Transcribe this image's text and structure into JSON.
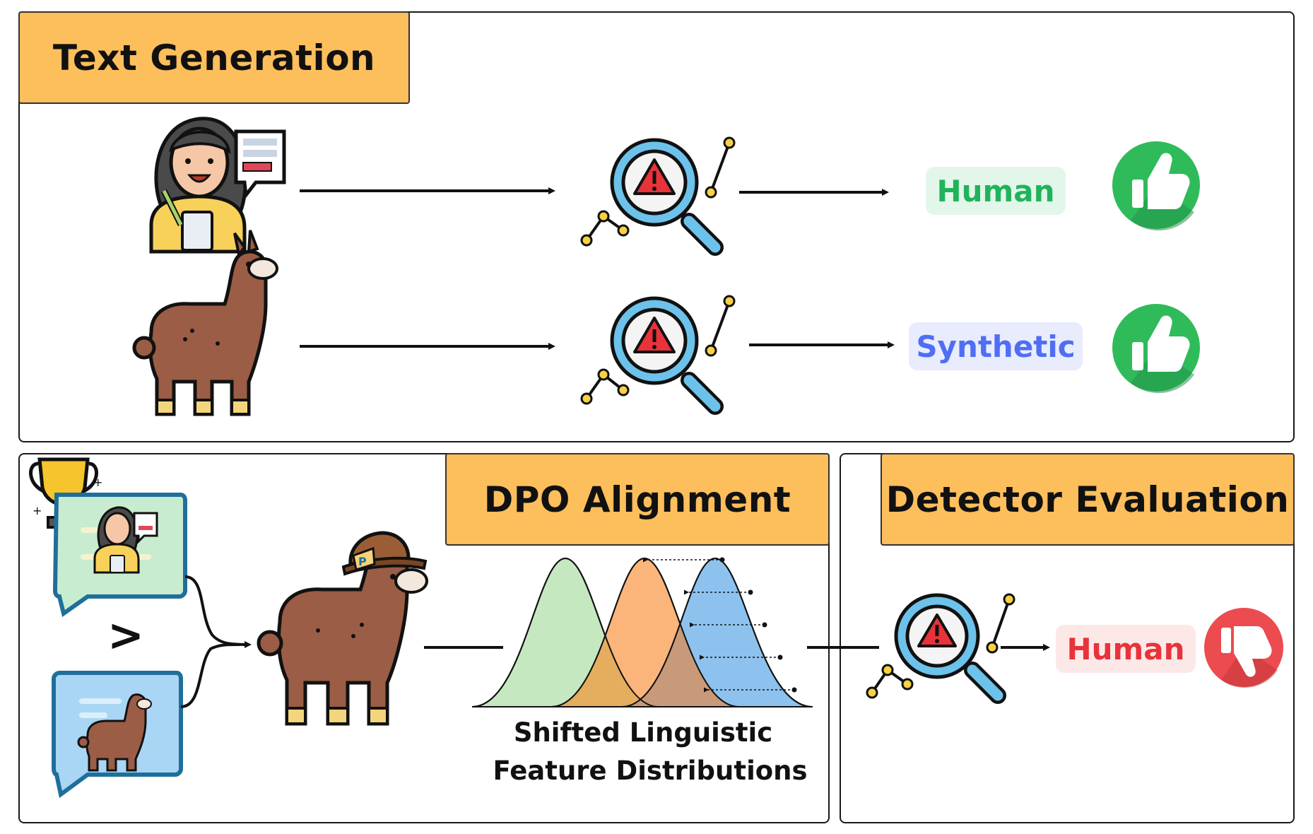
{
  "panels": {
    "text_generation": {
      "title": "Text Generation"
    },
    "dpo_alignment": {
      "title": "DPO Alignment"
    },
    "detector_evaluation": {
      "title": "Detector Evaluation"
    }
  },
  "labels": {
    "human_row1": "Human",
    "synthetic_row2": "Synthetic",
    "human_eval": "Human"
  },
  "preference_symbol": ">",
  "distribution_caption": {
    "line1": "Shifted Linguistic",
    "line2": "Feature Distributions"
  },
  "colors": {
    "tab_fill": "#fdbe5c",
    "human_green": "#21b35b",
    "human_badge_bg": "#e3f6ea",
    "synthetic_blue": "#4f6ef5",
    "synthetic_badge_bg": "#e8ecfd",
    "human_red": "#e8333a",
    "human_red_bg": "#fde8e8",
    "thumb_up": "#2fbb5a",
    "thumb_down": "#ec4b4f",
    "dist_green": "#c5e8c0",
    "dist_orange": "#fbb57a",
    "dist_blue": "#8ec2ee"
  },
  "icons": [
    "person-writing-icon",
    "llama-icon",
    "detector-magnifier-icon",
    "thumbs-up-icon",
    "thumbs-down-icon",
    "trophy-icon",
    "hat-llama-icon"
  ]
}
